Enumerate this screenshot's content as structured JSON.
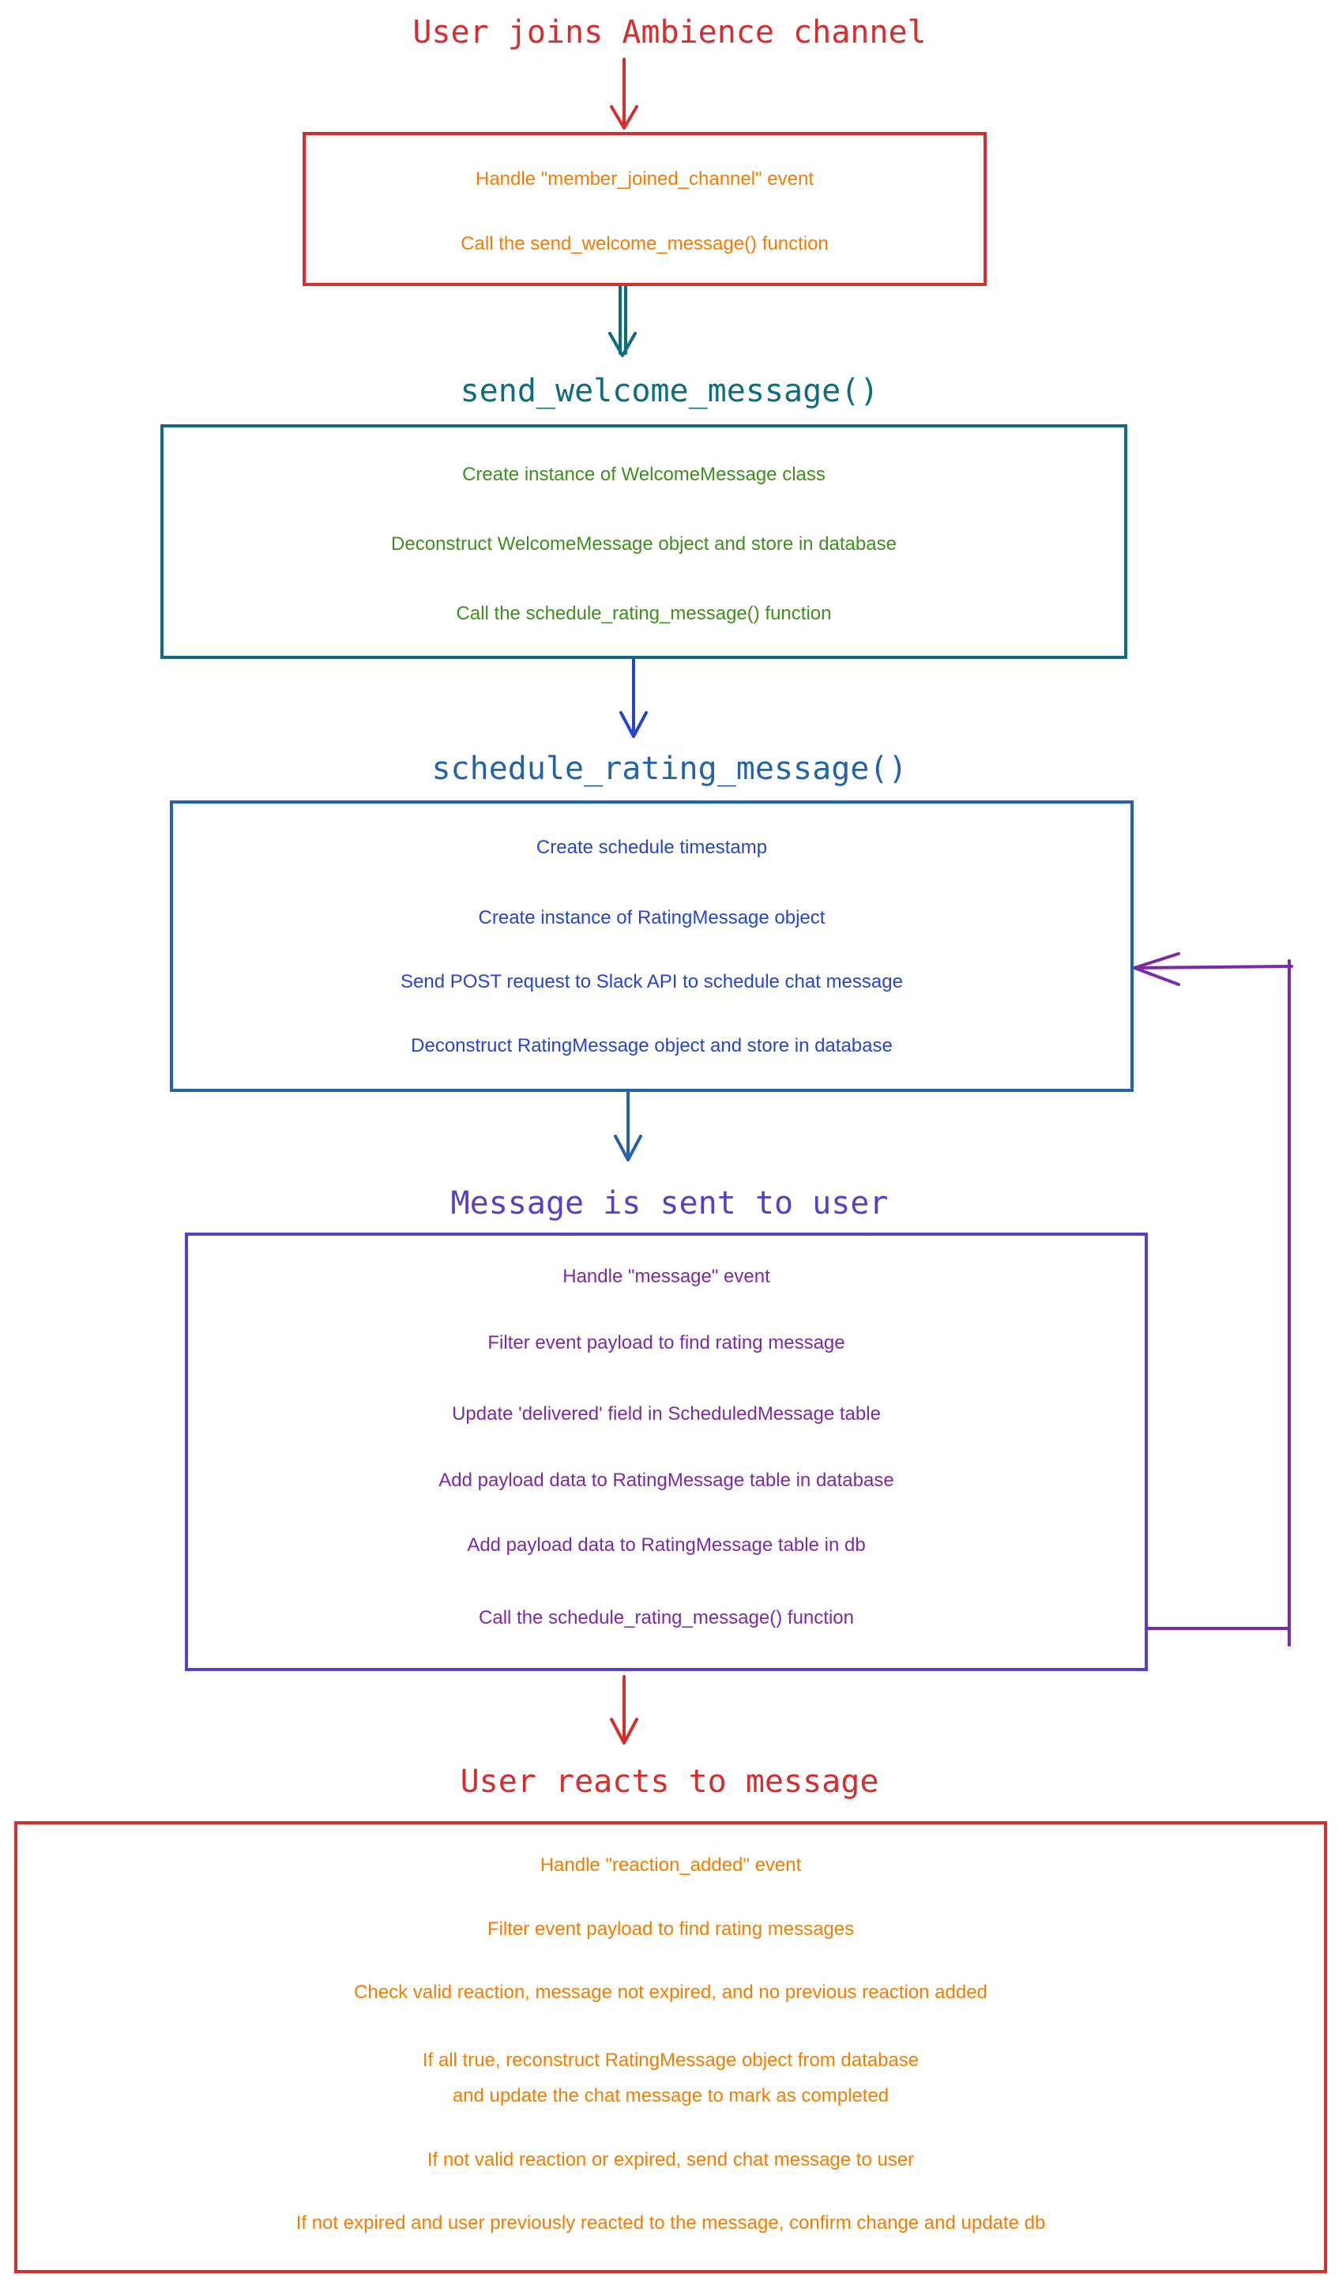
{
  "colors": {
    "red": "#d32f2f",
    "orange": "#f57c00",
    "teal": "#0e6c7d",
    "green": "#3f8e1e",
    "blue": "#2745c8",
    "blue_border": "#2463a8",
    "purple": "#7a2aa7",
    "indigo_border": "#5b3fc2"
  },
  "labels": {
    "start": "User joins Ambience channel",
    "welcome_fn": "send_welcome_message()",
    "schedule_fn": "schedule_rating_message()",
    "sent": "Message is sent to user",
    "reacts": "User reacts to message"
  },
  "boxes": {
    "join_handler": {
      "lines": [
        "Handle \"member_joined_channel\" event",
        "Call the send_welcome_message() function"
      ]
    },
    "welcome": {
      "lines": [
        "Create instance of WelcomeMessage class",
        "Deconstruct WelcomeMessage object and store in database",
        "Call the schedule_rating_message() function"
      ]
    },
    "schedule": {
      "lines": [
        "Create schedule timestamp",
        "Create instance of RatingMessage object",
        "Send POST request to Slack API to schedule chat message",
        "Deconstruct RatingMessage object and store in database"
      ]
    },
    "message": {
      "lines": [
        "Handle \"message\" event",
        "Filter event payload to find rating message",
        "Update 'delivered' field in ScheduledMessage table",
        "Add payload data to RatingMessage table in database",
        "Add payload data to RatingMessage table in db",
        "Call the schedule_rating_message() function"
      ]
    },
    "reaction": {
      "lines": [
        "Handle \"reaction_added\" event",
        "Filter event payload to find rating messages",
        "Check valid reaction, message not expired, and no previous reaction added",
        "If all true, reconstruct RatingMessage object from database",
        "and update the chat message to mark as completed",
        "If not valid reaction or expired, send chat message to user",
        "If not expired and user previously reacted to the message, confirm change and update db"
      ]
    }
  }
}
